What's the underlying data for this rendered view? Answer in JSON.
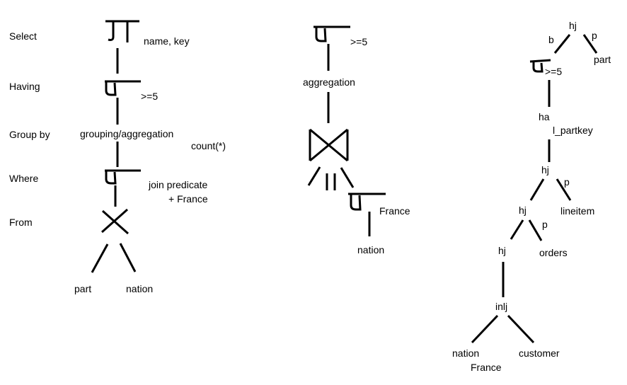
{
  "clauses": {
    "select": "Select",
    "having": "Having",
    "group_by": "Group by",
    "where": "Where",
    "from": "From"
  },
  "logical_plan": {
    "projection_attrs": "name, key",
    "having_condition": ">=5",
    "grouping": "grouping/aggregation",
    "aggregate": "count(*)",
    "where_line1": "join predicate",
    "where_line2": "+ France",
    "relation_left": "part",
    "relation_right": "nation"
  },
  "optimized_plan": {
    "having_condition": ">=5",
    "aggregation": "aggregation",
    "filter_condition": "France",
    "relation": "nation"
  },
  "physical_plan": {
    "root_join": "hj",
    "build_label": "b",
    "probe_label": "p",
    "part": "part",
    "filter_condition": ">=5",
    "hash_agg": "ha",
    "group_key": "l_partkey",
    "join2": "hj",
    "probe2": "p",
    "lineitem": "lineitem",
    "join3": "hj",
    "probe3": "p",
    "orders": "orders",
    "join4": "hj",
    "index_join": "inlj",
    "nation": "nation",
    "nation_filter": "France",
    "customer": "customer"
  }
}
